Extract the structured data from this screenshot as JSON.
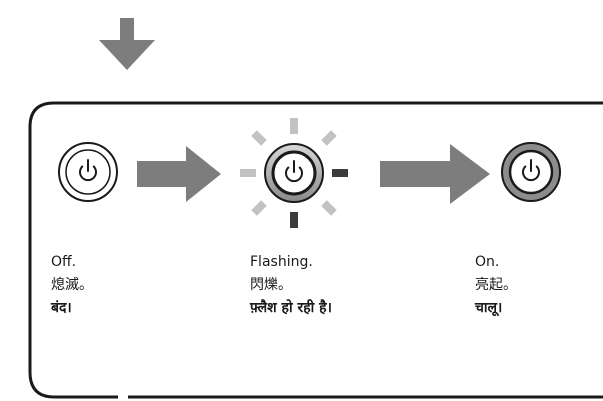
{
  "states": [
    {
      "id": "off",
      "lines": [
        "Off.",
        "熄滅。",
        "बंद।"
      ]
    },
    {
      "id": "flashing",
      "lines": [
        "Flashing.",
        "閃爍。",
        "फ़्लैश हो रही है।"
      ]
    },
    {
      "id": "on",
      "lines": [
        "On.",
        "亮起。",
        "चालू।"
      ]
    }
  ],
  "icons": {
    "entry_arrow": "arrow-down-icon",
    "step_arrow": "arrow-right-icon",
    "button": "power-icon",
    "flash_rays": "flash-rays-icon"
  },
  "colors": {
    "arrow": "#7d7d7d",
    "ray_light": "#c2c2c2",
    "ray_dark": "#3c3c3c",
    "button_on": "#8c8c8c",
    "outline": "#1a1a1a"
  }
}
